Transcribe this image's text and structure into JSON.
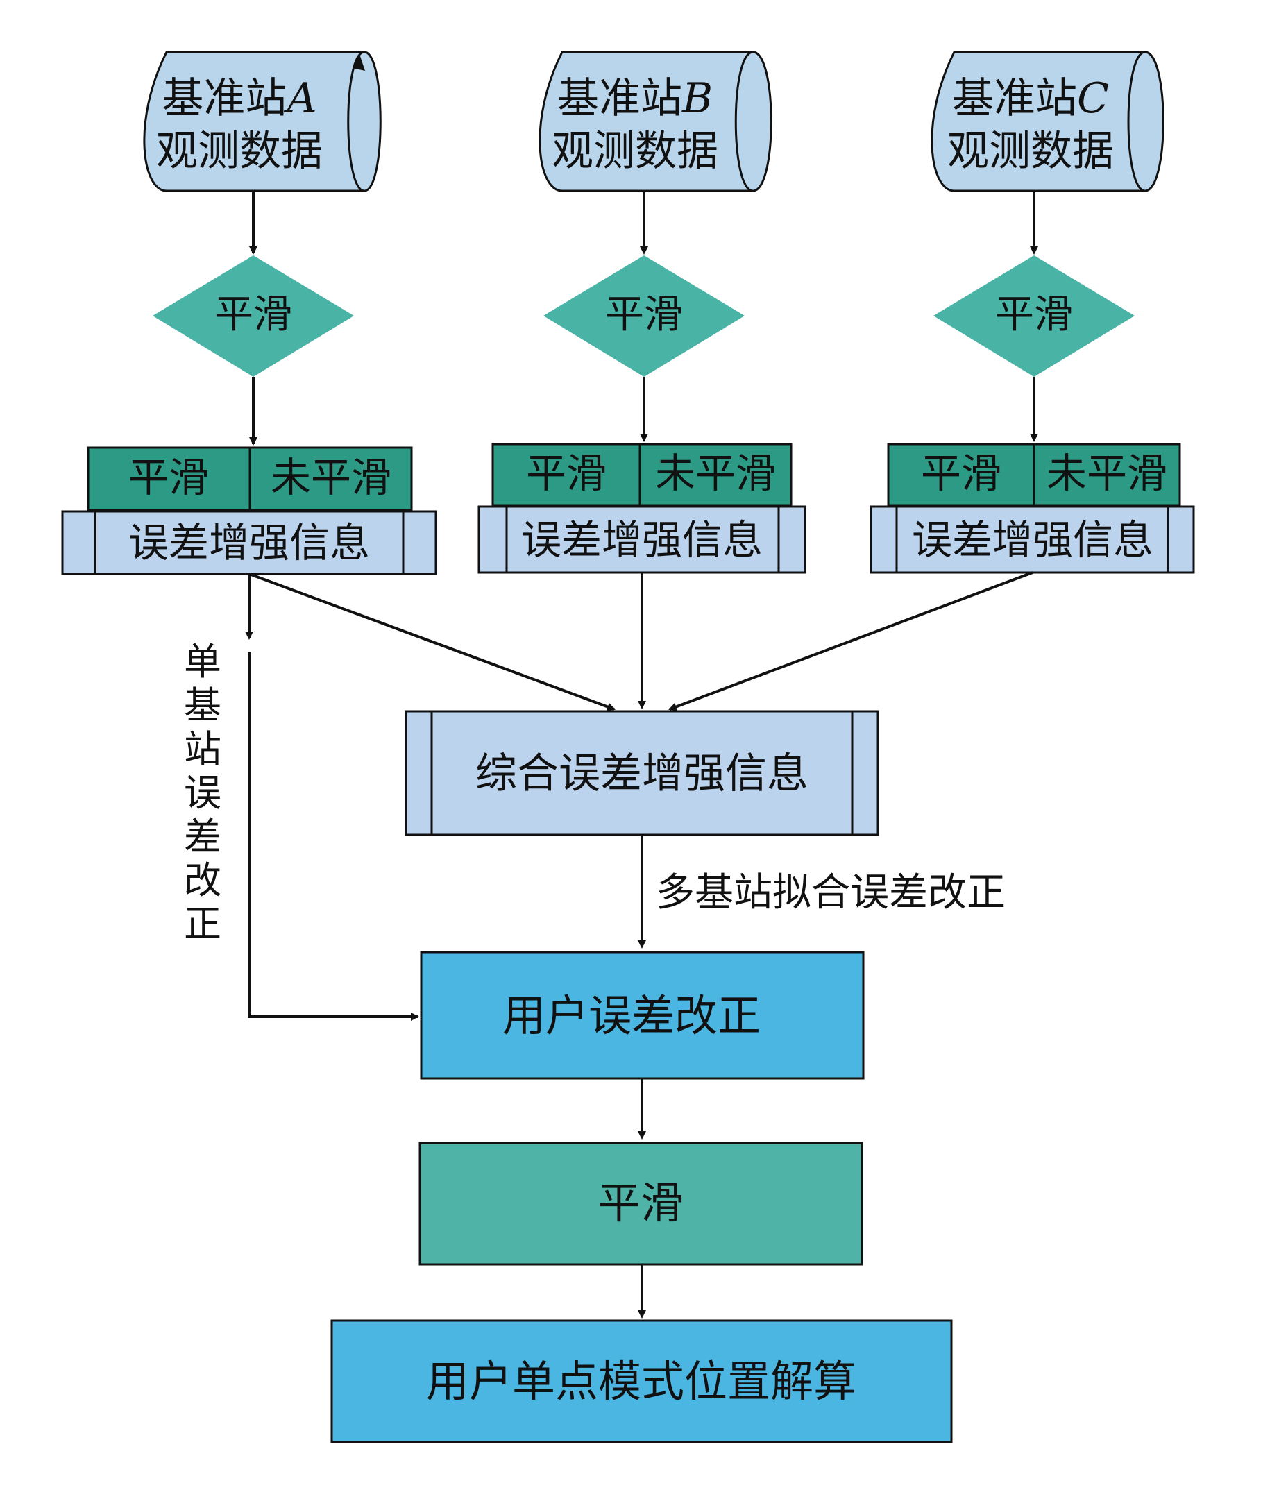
{
  "stations": [
    {
      "name_line1": "基准站",
      "station_letter": "A",
      "name_line2": "观测数据"
    },
    {
      "name_line1": "基准站",
      "station_letter": "B",
      "name_line2": "观测数据"
    },
    {
      "name_line1": "基准站",
      "station_letter": "C",
      "name_line2": "观测数据"
    }
  ],
  "smooth_decision": "平滑",
  "split_left": "平滑",
  "split_right": "未平滑",
  "enhancement_info": "误差增强信息",
  "combined_info": "综合误差增强信息",
  "multi_station_label": "多基站拟合误差改正",
  "single_station_label": [
    "单",
    "基",
    "站",
    "误",
    "差",
    "改",
    "正"
  ],
  "user_correction": "用户误差改正",
  "final_smooth": "平滑",
  "user_solution": "用户单点模式位置解算",
  "colors": {
    "cylinder": "#b9d5ec",
    "diamond": "#49b3a6",
    "split_green": "#2c9a84",
    "info_box": "#bcd3ee",
    "user_box": "#4cb6e2",
    "final_smooth": "#4fb3a8",
    "stroke": "#111111"
  }
}
